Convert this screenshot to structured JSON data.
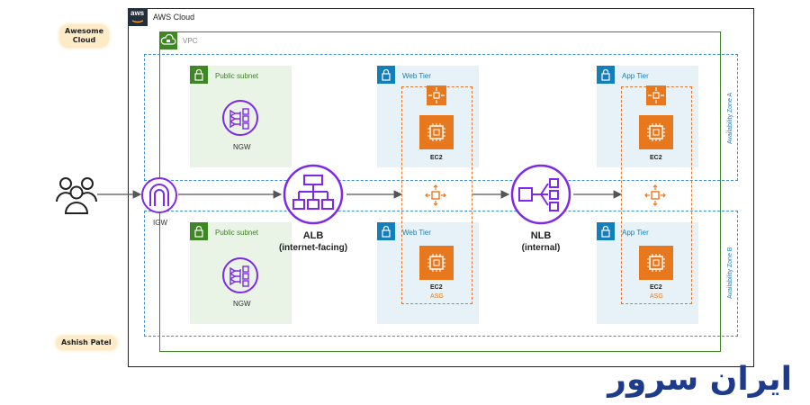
{
  "stickers": {
    "company": "Awesome\nCloud",
    "author": "Ashish Patel"
  },
  "aws_cloud": {
    "label": "AWS Cloud",
    "logo_text": "aws"
  },
  "vpc": {
    "label": "VPC"
  },
  "zones": {
    "a": "Availability Zone A",
    "b": "Availability Zone B"
  },
  "subnets": {
    "public_a": "Public subnet",
    "public_b": "Public subnet",
    "web_a": "Web Tier",
    "web_b": "Web Tier",
    "app_a": "App Tier",
    "app_b": "App Tier"
  },
  "nodes": {
    "ngw_a": "NGW",
    "ngw_b": "NGW",
    "igw": "IGW",
    "alb_name": "ALB",
    "alb_sub": "(internet-facing)",
    "nlb_name": "NLB",
    "nlb_sub": "(internal)",
    "ec2_web_a": "EC2",
    "ec2_web_b": "EC2",
    "ec2_app_a": "EC2",
    "ec2_app_b": "EC2",
    "asg_web": "ASG",
    "asg_app": "ASG"
  },
  "colors": {
    "aws_green": "#3f8624",
    "aws_blue": "#147eba",
    "purple": "#7d2ae8",
    "orange": "#e8781d"
  },
  "watermark": "ایران سرور"
}
